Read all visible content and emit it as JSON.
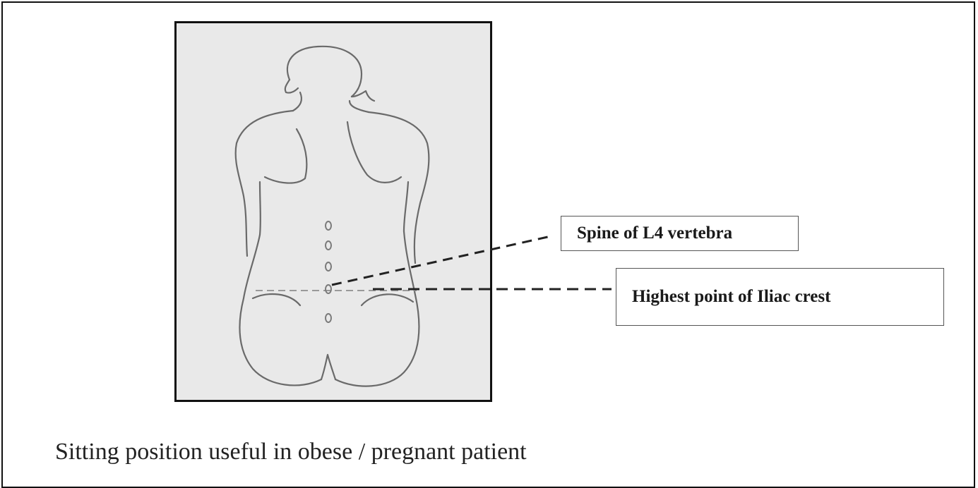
{
  "figure": {
    "labels": {
      "l4_spine": "Spine of L4 vertebra",
      "iliac_crest": "Highest point of Iliac crest"
    },
    "caption": "Sitting position useful in obese / pregnant patient"
  }
}
